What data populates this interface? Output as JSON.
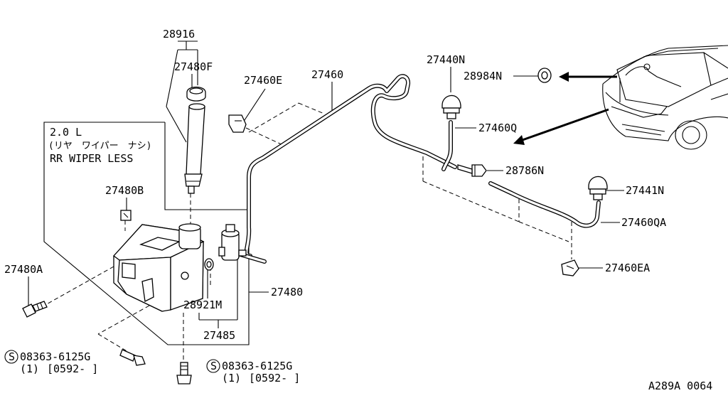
{
  "labels": {
    "p28916": "28916",
    "p27480F": "27480F",
    "p27460E": "27460E",
    "p27460": "27460",
    "p27440N": "27440N",
    "p28984N": "28984N",
    "p27460Q": "27460Q",
    "p28786N": "28786N",
    "p27441N": "27441N",
    "p27460QA": "27460QA",
    "p27460EA": "27460EA",
    "p27480B": "27480B",
    "p27480A": "27480A",
    "p27480": "27480",
    "p28921M": "28921M",
    "p27485": "27485",
    "screw_left": "08363-6125G",
    "screw_left_qty": "(1)",
    "screw_left_date": "[0592-  ]",
    "screw_right": "08363-6125G",
    "screw_right_qty": "(1)",
    "screw_right_date": "[0592-  ]",
    "screw_symbol": "S",
    "variant_engine": "2.0 L",
    "variant_jp": "(リヤ　ワイパー　ナシ)",
    "variant_en": "RR WIPER LESS",
    "diagram_id": "A289A 0064"
  }
}
